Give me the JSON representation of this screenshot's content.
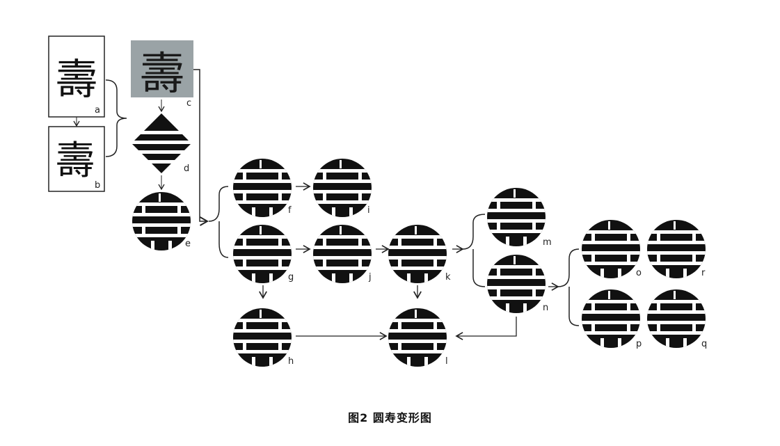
{
  "figure": {
    "caption": "图2  圆寿变形图",
    "nodes": [
      {
        "id": "a",
        "label": "a"
      },
      {
        "id": "b",
        "label": "b"
      },
      {
        "id": "c",
        "label": "c"
      },
      {
        "id": "d",
        "label": "d"
      },
      {
        "id": "e",
        "label": "e"
      },
      {
        "id": "f",
        "label": "f"
      },
      {
        "id": "i",
        "label": "i"
      },
      {
        "id": "g",
        "label": "g"
      },
      {
        "id": "j",
        "label": "j"
      },
      {
        "id": "k",
        "label": "k"
      },
      {
        "id": "m",
        "label": "m"
      },
      {
        "id": "n",
        "label": "n"
      },
      {
        "id": "h",
        "label": "h"
      },
      {
        "id": "l",
        "label": "l"
      },
      {
        "id": "o",
        "label": "o"
      },
      {
        "id": "r",
        "label": "r"
      },
      {
        "id": "p",
        "label": "p"
      },
      {
        "id": "q",
        "label": "q"
      }
    ],
    "glyphs": {
      "a": "壽",
      "b": "壽",
      "c": "壽"
    }
  }
}
